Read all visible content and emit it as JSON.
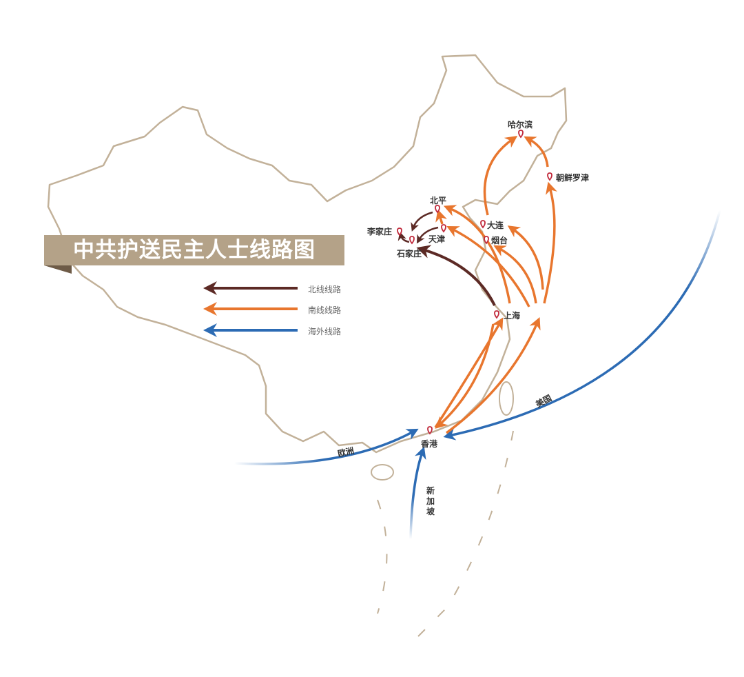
{
  "title": "中共护送民主人士线路图",
  "legend": [
    {
      "label": "北线线路",
      "color": "#5c2a25"
    },
    {
      "label": "南线线路",
      "color": "#e8762e"
    },
    {
      "label": "海外线路",
      "color": "#2c6bb4"
    }
  ],
  "cities": {
    "harbin": "哈尔滨",
    "rajin": "朝鲜罗津",
    "beiping": "北平",
    "lijiazhuang": "李家庄",
    "shijiazhuang": "石家庄",
    "tianjin": "天津",
    "dalian": "大连",
    "yantai": "烟台",
    "shanghai": "上海",
    "hongkong": "香港"
  },
  "overseas": {
    "europe": "欧洲",
    "usa": "美国",
    "singapore": "新加坡"
  },
  "colors": {
    "border": "#c2b199",
    "marker": "#c0283a",
    "banner": "#b4a288"
  }
}
